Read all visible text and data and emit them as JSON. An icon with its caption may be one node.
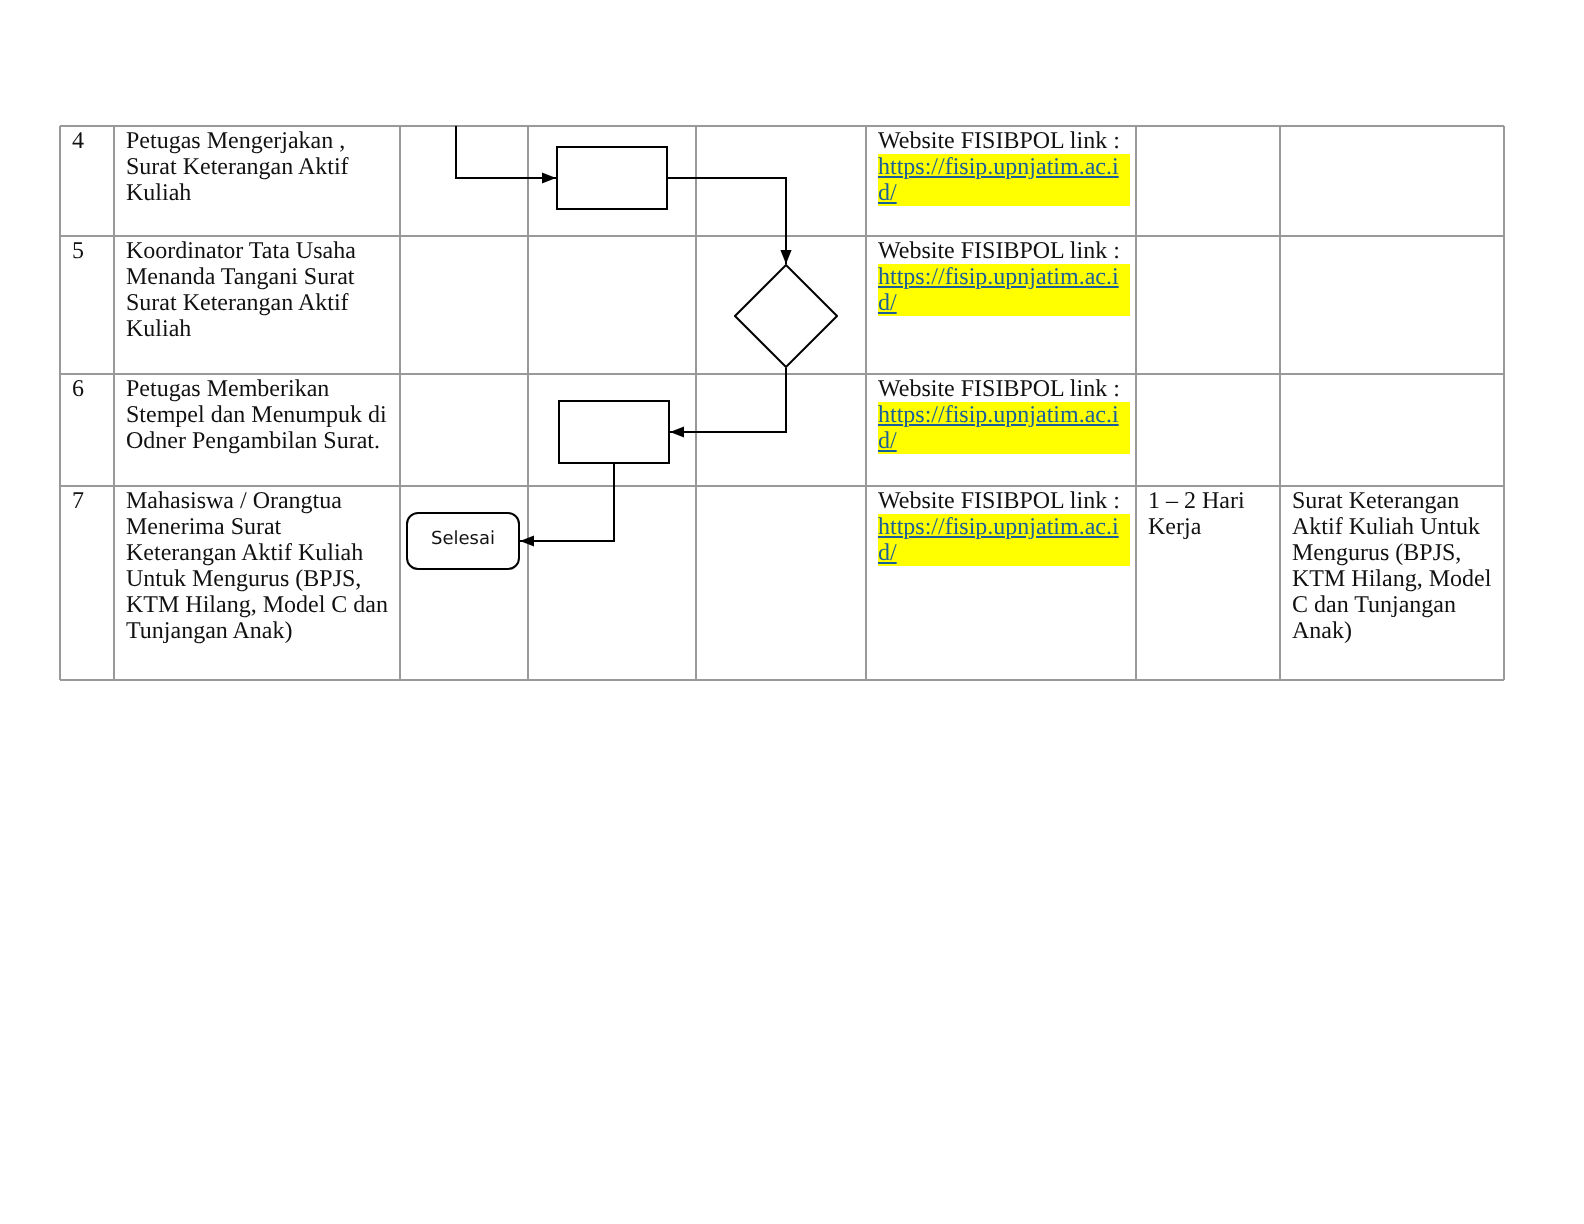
{
  "diagram": {
    "nodes": [
      {
        "text": [],
        "shape": "box"
      },
      {
        "text": [],
        "shape": "diamond"
      },
      {
        "text": [],
        "shape": "box"
      },
      {
        "text": [
          "Selesai"
        ]
      }
    ],
    "edges": [
      {
        "from": null,
        "to": 0,
        "arrow": "to"
      },
      {
        "from": 0,
        "to": 1,
        "arrow": "to"
      },
      {
        "from": 1,
        "to": 2,
        "arrow": "to"
      },
      {
        "from": 2,
        "to": 3,
        "arrow": "to"
      }
    ],
    "labels": [
      "4",
      "Petugas Mengerjakan , Surat Keterangan Aktif Kuliah",
      "Website FISIBPOL link :",
      "https://fisip.upnjatim.ac.id/",
      "5",
      "Koordinator Tata Usaha Menanda Tangani Surat Surat Keterangan Aktif Kuliah",
      "Website FISIBPOL link :",
      "https://fisip.upnjatim.ac.id/",
      "6",
      "Petugas Memberikan Stempel dan Menumpuk di Odner Pengambilan Surat.",
      "Website FISIBPOL link :",
      "https://fisip.upnjatim.ac.id/",
      "7",
      "Mahasiswa / Orangtua Menerima Surat Keterangan Aktif Kuliah Untuk Mengurus (BPJS, KTM Hilang, Model C dan Tunjangan Anak)",
      "Website FISIBPOL link :",
      "https://fisip.upnjatim.ac.id/",
      "1 – 2 Hari Kerja",
      "Surat Keterangan Aktif Kuliah Untuk Mengurus (BPJS, KTM Hilang, Model C dan Tunjangan Anak)"
    ]
  }
}
